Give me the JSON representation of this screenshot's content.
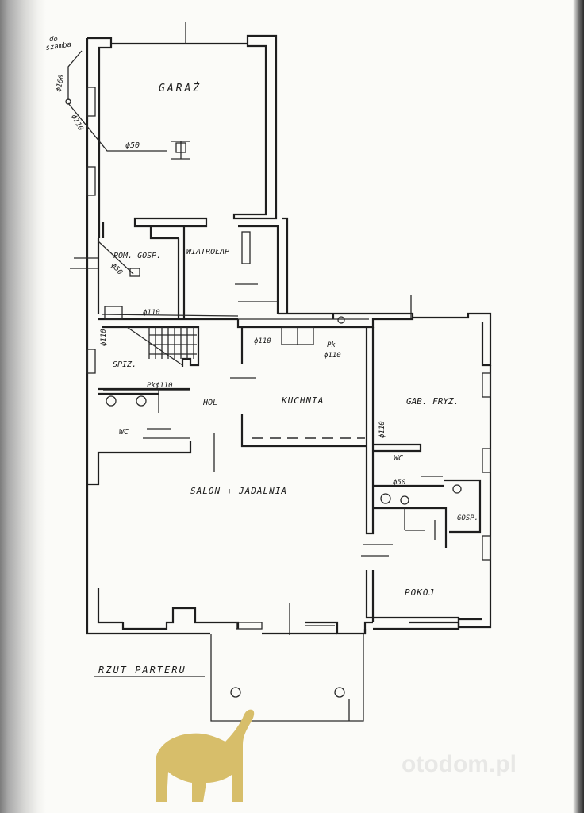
{
  "plan": {
    "title": "RZUT PARTERU",
    "rooms": {
      "garaz": "GARAŻ",
      "pom_gosp": "POM. GOSP.",
      "wiatrolap": "WIATROŁAP",
      "spiz": "SPIŻ.",
      "wc_left": "WC",
      "hol": "HOL",
      "kuchnia": "KUCHNIA",
      "gab_fryz": "GAB. FRYZ.",
      "wc_right": "WC",
      "salon": "SALON + JADALNIA",
      "gosp": "GOSP.",
      "pokoj": "POKÓJ"
    },
    "annotations": {
      "do_szamba_1": "do",
      "do_szamba_2": "szamba",
      "pipe_160": "ϕ160",
      "pipe_110_diag": "ϕ110",
      "pipe_50_garage": "ϕ50",
      "pipe_50_gosp": "ϕ50",
      "pipe_110_stairs": "ϕ110",
      "pipe_110_kitchen": "ϕ110",
      "pk_kitchen_1": "Pk",
      "pk_kitchen_2": "ϕ110",
      "pipe_110_spiz": "ϕ110",
      "pk_hol": "Pkϕ110",
      "pipe_110_gab": "ϕ110",
      "pipe_50_wc": "ϕ50"
    }
  },
  "watermark": "otodom.pl",
  "colors": {
    "paper": "#fbfbf8",
    "ink": "#1e1e1e",
    "logo": "#d7be6a"
  },
  "icons": {
    "logo": "elephant-logo-icon"
  }
}
